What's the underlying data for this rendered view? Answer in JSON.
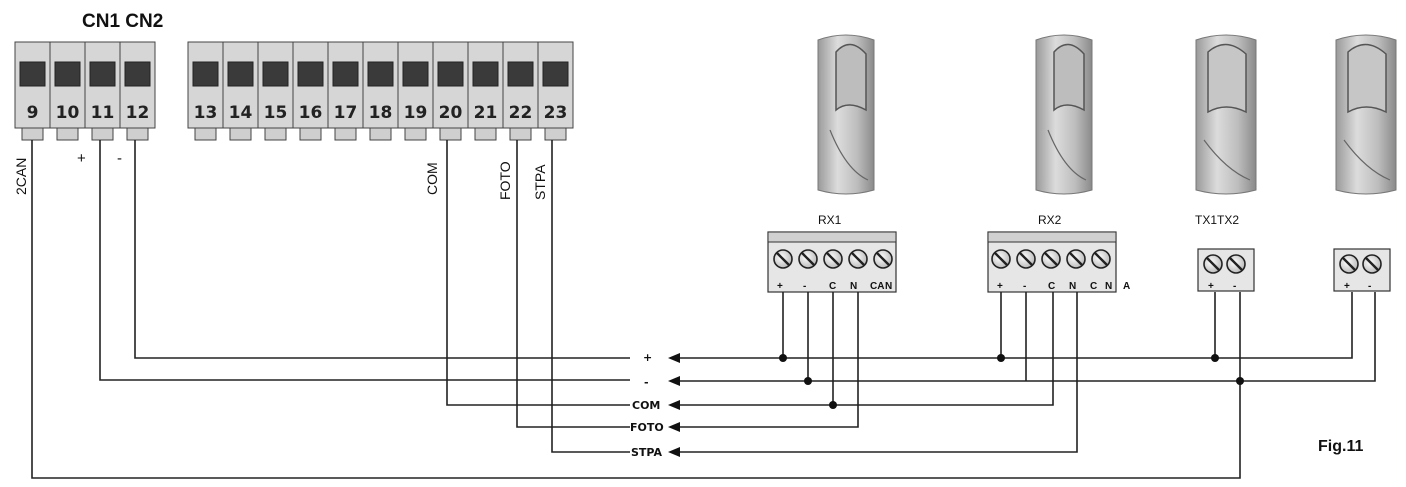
{
  "header": {
    "connectors": "CN1 CN2"
  },
  "cn1_terminals": [
    "9",
    "10",
    "11",
    "12"
  ],
  "cn2_terminals": [
    "13",
    "14",
    "15",
    "16",
    "17",
    "18",
    "19",
    "20",
    "21",
    "22",
    "23"
  ],
  "wire_labels": {
    "can2": "2CAN",
    "plus": "+",
    "minus": "-",
    "com": "COM",
    "foto": "FOTO",
    "stpa": "STPA"
  },
  "devices": {
    "rx1": {
      "name": "RX1",
      "pins": [
        "+",
        "-",
        "C",
        "N",
        "CA",
        "N"
      ]
    },
    "rx2": {
      "name": "RX2",
      "pins": [
        "+",
        "-",
        "C",
        "N",
        "C",
        "N"
      ],
      "extra": "A"
    },
    "tx": {
      "name": "TX1TX2",
      "pins": [
        "+",
        "-"
      ]
    },
    "tx2": {
      "pins": [
        "+",
        "-"
      ]
    }
  },
  "bus_labels": [
    "+",
    "-",
    "COM",
    "FOTO",
    "STPA"
  ],
  "figure_label": "Fig.11"
}
